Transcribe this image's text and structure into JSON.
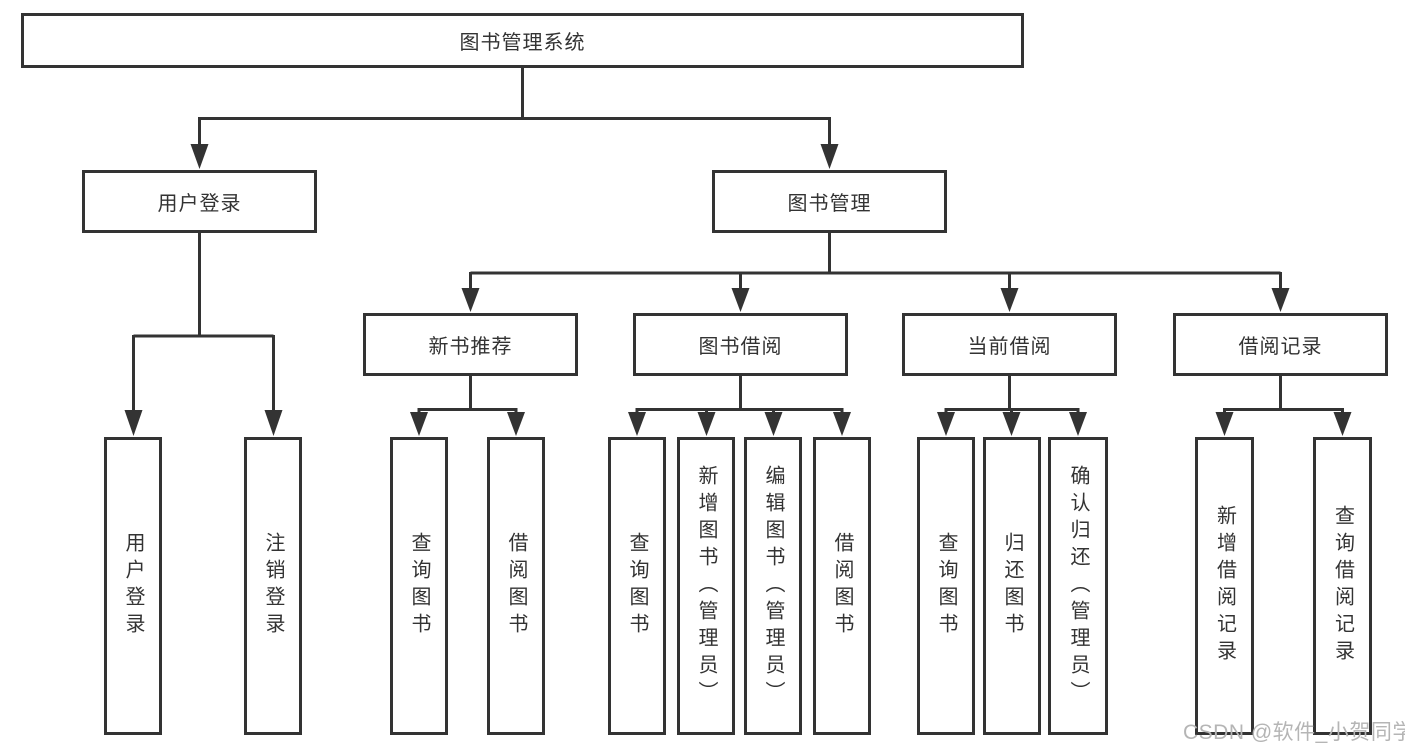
{
  "colors": {
    "line": "#333333",
    "box_border": "#333333",
    "text": "#333333",
    "background": "#ffffff",
    "watermark": "#b5b5b5"
  },
  "watermark": {
    "text": "CSDN @软件_小贺同学"
  },
  "diagram": {
    "type": "hierarchy-tree",
    "title": "图书管理系统",
    "branches": [
      {
        "label": "用户登录",
        "children": [
          {
            "label": "用户登录"
          },
          {
            "label": "注销登录"
          }
        ]
      },
      {
        "label": "图书管理",
        "children": [
          {
            "label": "新书推荐",
            "children": [
              {
                "label": "查询图书"
              },
              {
                "label": "借阅图书"
              }
            ]
          },
          {
            "label": "图书借阅",
            "children": [
              {
                "label": "查询图书"
              },
              {
                "label": "新增图书（管理员）"
              },
              {
                "label": "编辑图书（管理员）"
              },
              {
                "label": "借阅图书"
              }
            ]
          },
          {
            "label": "当前借阅",
            "children": [
              {
                "label": "查询图书"
              },
              {
                "label": "归还图书"
              },
              {
                "label": "确认归还（管理员）"
              }
            ]
          },
          {
            "label": "借阅记录",
            "children": [
              {
                "label": "新增借阅记录"
              },
              {
                "label": "查询借阅记录"
              }
            ]
          }
        ]
      }
    ]
  }
}
